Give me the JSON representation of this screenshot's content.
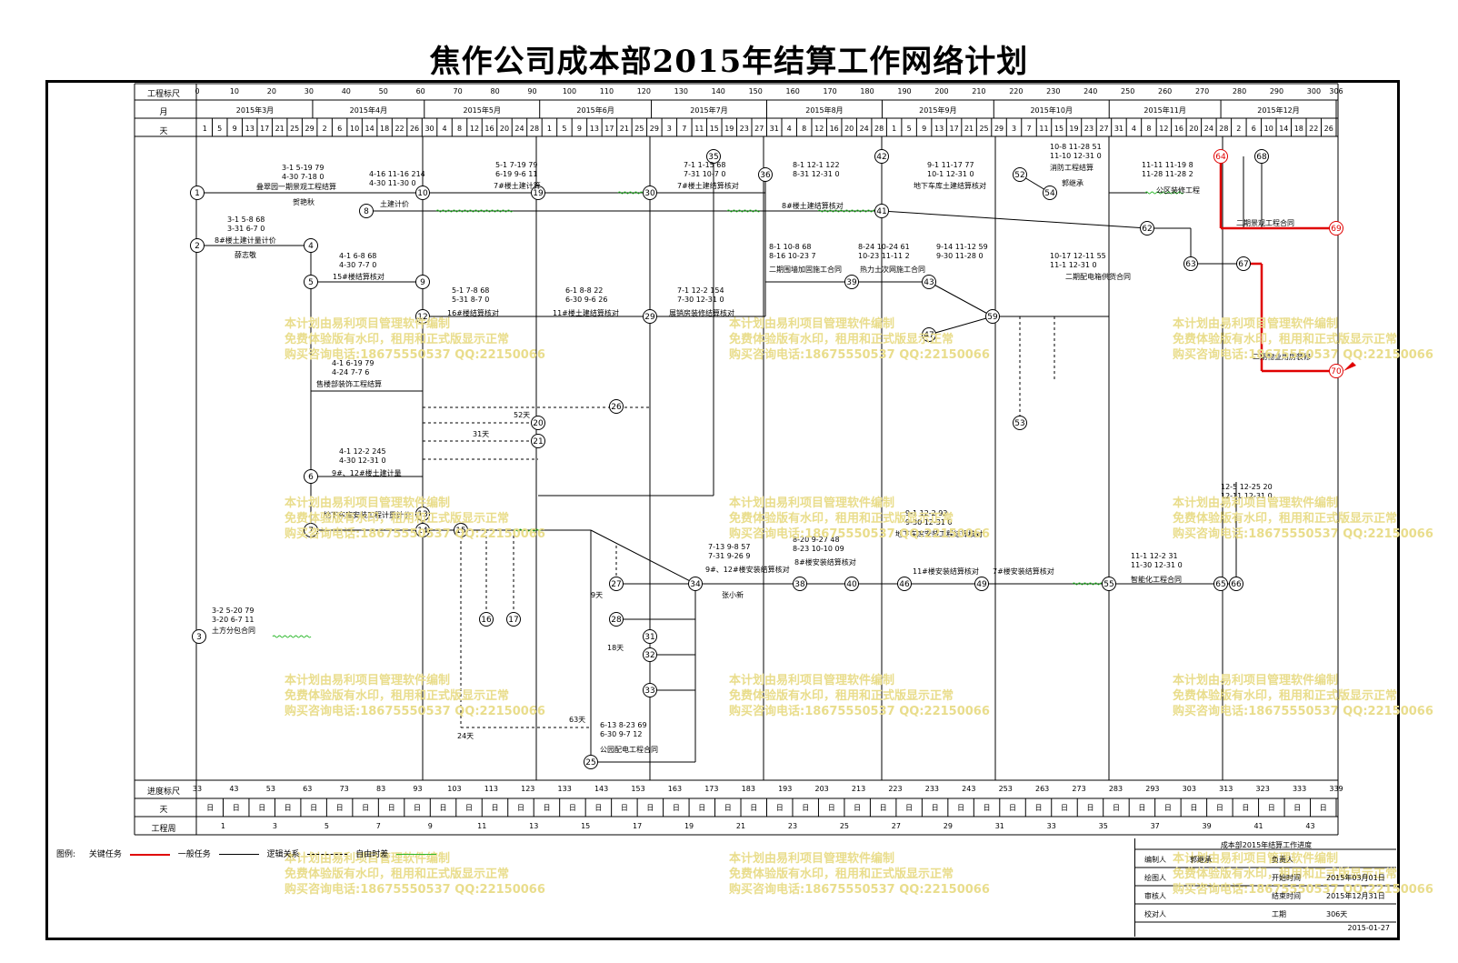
{
  "title": "焦作公司成本部2015年结算工作网络计划",
  "header": {
    "scale_label": "工程标尺",
    "month_label": "月",
    "day_label": "天",
    "scale_ticks": [
      "0",
      "10",
      "20",
      "30",
      "40",
      "50",
      "60",
      "70",
      "80",
      "90",
      "100",
      "110",
      "120",
      "130",
      "140",
      "150",
      "160",
      "170",
      "180",
      "190",
      "200",
      "210",
      "220",
      "230",
      "240",
      "250",
      "260",
      "270",
      "280",
      "290",
      "300",
      "306"
    ],
    "months": [
      "2015年3月",
      "2015年4月",
      "2015年5月",
      "2015年6月",
      "2015年7月",
      "2015年8月",
      "2015年9月",
      "2015年10月",
      "2015年11月",
      "2015年12月"
    ],
    "days": [
      "1",
      "5",
      "9",
      "13",
      "17",
      "21",
      "25",
      "29",
      "2",
      "6",
      "10",
      "14",
      "18",
      "22",
      "26",
      "30",
      "4",
      "8",
      "12",
      "16",
      "20",
      "24",
      "28",
      "1",
      "5",
      "9",
      "13",
      "17",
      "21",
      "25",
      "29",
      "3",
      "7",
      "11",
      "15",
      "19",
      "23",
      "27",
      "31",
      "4",
      "8",
      "12",
      "16",
      "20",
      "24",
      "28",
      "1",
      "5",
      "9",
      "13",
      "17",
      "21",
      "25",
      "29",
      "3",
      "7",
      "11",
      "15",
      "19",
      "23",
      "27",
      "31",
      "4",
      "8",
      "12",
      "16",
      "20",
      "24",
      "28",
      "2",
      "6",
      "10",
      "14",
      "18",
      "22",
      "26"
    ]
  },
  "footer": {
    "progress_label": "进度标尺",
    "day_label": "天",
    "week_label": "工程周",
    "progress_ticks": [
      "33",
      "43",
      "53",
      "63",
      "73",
      "83",
      "93",
      "103",
      "113",
      "123",
      "133",
      "143",
      "153",
      "163",
      "173",
      "183",
      "193",
      "203",
      "213",
      "223",
      "233",
      "243",
      "253",
      "263",
      "273",
      "283",
      "293",
      "303",
      "313",
      "323",
      "333",
      "339"
    ],
    "day_cell": "日",
    "weeks": [
      "1",
      "3",
      "5",
      "7",
      "9",
      "11",
      "13",
      "15",
      "17",
      "19",
      "21",
      "23",
      "25",
      "27",
      "29",
      "31",
      "33",
      "35",
      "37",
      "39",
      "41",
      "43"
    ]
  },
  "nodes": [
    {
      "id": "1",
      "crit": false
    },
    {
      "id": "2",
      "crit": false
    },
    {
      "id": "3",
      "crit": false
    },
    {
      "id": "4",
      "crit": false
    },
    {
      "id": "5",
      "crit": false
    },
    {
      "id": "6",
      "crit": false
    },
    {
      "id": "7",
      "crit": false
    },
    {
      "id": "8",
      "crit": false
    },
    {
      "id": "9",
      "crit": false
    },
    {
      "id": "10",
      "crit": false
    },
    {
      "id": "12",
      "crit": false
    },
    {
      "id": "13",
      "crit": false
    },
    {
      "id": "14",
      "crit": false
    },
    {
      "id": "15",
      "crit": false
    },
    {
      "id": "16",
      "crit": false
    },
    {
      "id": "17",
      "crit": false
    },
    {
      "id": "19",
      "crit": false
    },
    {
      "id": "20",
      "crit": false
    },
    {
      "id": "21",
      "crit": false
    },
    {
      "id": "25",
      "crit": false
    },
    {
      "id": "26",
      "crit": false
    },
    {
      "id": "27",
      "crit": false
    },
    {
      "id": "28",
      "crit": false
    },
    {
      "id": "29",
      "crit": false
    },
    {
      "id": "30",
      "crit": false
    },
    {
      "id": "31",
      "crit": false
    },
    {
      "id": "32",
      "crit": false
    },
    {
      "id": "33",
      "crit": false
    },
    {
      "id": "34",
      "crit": false
    },
    {
      "id": "35",
      "crit": false
    },
    {
      "id": "36",
      "crit": false
    },
    {
      "id": "38",
      "crit": false
    },
    {
      "id": "39",
      "crit": false
    },
    {
      "id": "40",
      "crit": false
    },
    {
      "id": "41",
      "crit": false
    },
    {
      "id": "42",
      "crit": false
    },
    {
      "id": "43",
      "crit": false
    },
    {
      "id": "46",
      "crit": false
    },
    {
      "id": "47",
      "crit": false
    },
    {
      "id": "49",
      "crit": false
    },
    {
      "id": "52",
      "crit": false
    },
    {
      "id": "53",
      "crit": false
    },
    {
      "id": "54",
      "crit": false
    },
    {
      "id": "55",
      "crit": false
    },
    {
      "id": "59",
      "crit": false
    },
    {
      "id": "62",
      "crit": false
    },
    {
      "id": "63",
      "crit": false
    },
    {
      "id": "64",
      "crit": true
    },
    {
      "id": "65",
      "crit": false
    },
    {
      "id": "66",
      "crit": false
    },
    {
      "id": "67",
      "crit": false
    },
    {
      "id": "68",
      "crit": false
    },
    {
      "id": "69",
      "crit": true
    },
    {
      "id": "70",
      "crit": true
    }
  ],
  "tasks": [
    {
      "text": "3-1 5-19 79"
    },
    {
      "text": "4-30 7-18 0"
    },
    {
      "text": "叠翠园一期景观工程结算"
    },
    {
      "text": "贺艳秋"
    },
    {
      "text": "3-1 5-8 68"
    },
    {
      "text": "3-31 6-7 0"
    },
    {
      "text": "8#楼土建计量计价"
    },
    {
      "text": "薛志敬"
    },
    {
      "text": "4-16 11-16 214"
    },
    {
      "text": "4-30 11-30 0"
    },
    {
      "text": "土建计价"
    },
    {
      "text": "5-1 7-19 79"
    },
    {
      "text": "6-19 9-6 11"
    },
    {
      "text": "7#楼土建计算"
    },
    {
      "text": "7-1 1-15 68"
    },
    {
      "text": "7-31 10-7 0"
    },
    {
      "text": "7#楼土建结算核对"
    },
    {
      "text": "8-1 12-1 122"
    },
    {
      "text": "8-31 12-31 0"
    },
    {
      "text": "8#楼土建结算核对"
    },
    {
      "text": "9-1 11-17 77"
    },
    {
      "text": "10-1 12-31 0"
    },
    {
      "text": "地下车库土建结算核对"
    },
    {
      "text": "10-8 11-28 51"
    },
    {
      "text": "11-10 12-31 0"
    },
    {
      "text": "消防工程结算"
    },
    {
      "text": "郭继承"
    },
    {
      "text": "11-11 11-19 8"
    },
    {
      "text": "11-28 11-28 2"
    },
    {
      "text": "公区装修工程"
    },
    {
      "text": "二期景观工程合同"
    },
    {
      "text": "二期物业用房装修"
    },
    {
      "text": "4-1 6-8 68"
    },
    {
      "text": "4-30 7-7 0"
    },
    {
      "text": "15#楼结算核对"
    },
    {
      "text": "5-1 7-8 68"
    },
    {
      "text": "5-31 8-7 0"
    },
    {
      "text": "16#楼结算核对"
    },
    {
      "text": "6-1 8-8 22"
    },
    {
      "text": "6-30 9-6 26"
    },
    {
      "text": "11#楼土建结算核对"
    },
    {
      "text": "7-1 12-2 154"
    },
    {
      "text": "7-30 12-31 0"
    },
    {
      "text": "展销房装修结算核对"
    },
    {
      "text": "8-1 10-8 68"
    },
    {
      "text": "8-16 10-23 7"
    },
    {
      "text": "二期围墙加固施工合同"
    },
    {
      "text": "8-24 10-24 61"
    },
    {
      "text": "10-23 11-11 2"
    },
    {
      "text": "热力土次网施工合同"
    },
    {
      "text": "9-14 11-12 59"
    },
    {
      "text": "9-30 11-28 0"
    },
    {
      "text": "10-17 12-11 55"
    },
    {
      "text": "11-1 12-31 0"
    },
    {
      "text": "二期配电箱供货合同"
    },
    {
      "text": "4-1 6-19 79"
    },
    {
      "text": "4-24 7-7 6"
    },
    {
      "text": "售楼部装饰工程结算"
    },
    {
      "text": "4-1 12-2 245"
    },
    {
      "text": "4-30 12-31 0"
    },
    {
      "text": "9#、12#楼土建计量"
    },
    {
      "text": "地下车库安装工程计量计价"
    },
    {
      "text": "3-2 5-20 79"
    },
    {
      "text": "3-20 6-7 11"
    },
    {
      "text": "土方分包合同"
    },
    {
      "text": "7-13 9-8 57"
    },
    {
      "text": "7-31 9-26 9"
    },
    {
      "text": "9#、12#楼安装结算核对"
    },
    {
      "text": "张小新"
    },
    {
      "text": "8-20 9-27 48"
    },
    {
      "text": "8-23 10-10 09"
    },
    {
      "text": "8#楼安装结算核对"
    },
    {
      "text": "9-1 12-2 92"
    },
    {
      "text": "9-30 12-31 0"
    },
    {
      "text": "地下车库安装工程结算核对"
    },
    {
      "text": "11#楼安装结算核对"
    },
    {
      "text": "7#楼安装结算核对"
    },
    {
      "text": "11-1 12-2 31"
    },
    {
      "text": "11-30 12-31 0"
    },
    {
      "text": "智能化工程合同"
    },
    {
      "text": "12-5 12-25 20"
    },
    {
      "text": "12-11 12-31 0"
    },
    {
      "text": "6-13 8-23 69"
    },
    {
      "text": "6-30 9-7 12"
    },
    {
      "text": "公园配电工程合同"
    },
    {
      "text": "52天"
    },
    {
      "text": "31天"
    },
    {
      "text": "24天"
    },
    {
      "text": "63天"
    },
    {
      "text": "18天"
    },
    {
      "text": "9天"
    }
  ],
  "watermark": {
    "line1": "本计划由易利项目管理软件编制",
    "line2": "免费体验版有水印，租用和正式版显示正常",
    "line3": "购买咨询电话:18675550537 QQ:22150066"
  },
  "legend": {
    "label": "图例:",
    "critical": "关键任务",
    "normal": "一般任务",
    "logic": "逻辑关系",
    "free": "自由时差",
    "colors": {
      "critical": "#e00000",
      "normal": "#000000",
      "free": "#2db82d",
      "watermark": "#e9dd8c"
    }
  },
  "info": {
    "heading": "成本部2015年结算工作进度",
    "rows": [
      {
        "k1": "编制人",
        "v1": "郭继承",
        "k2": "负责人",
        "v2": ""
      },
      {
        "k1": "绘图人",
        "v1": "",
        "k2": "开始时间",
        "v2": "2015年03月01日"
      },
      {
        "k1": "审核人",
        "v1": "",
        "k2": "结束时间",
        "v2": "2015年12月31日"
      },
      {
        "k1": "校对人",
        "v1": "",
        "k2": "工期",
        "v2": "306天"
      }
    ],
    "date": "2015-01-27"
  }
}
